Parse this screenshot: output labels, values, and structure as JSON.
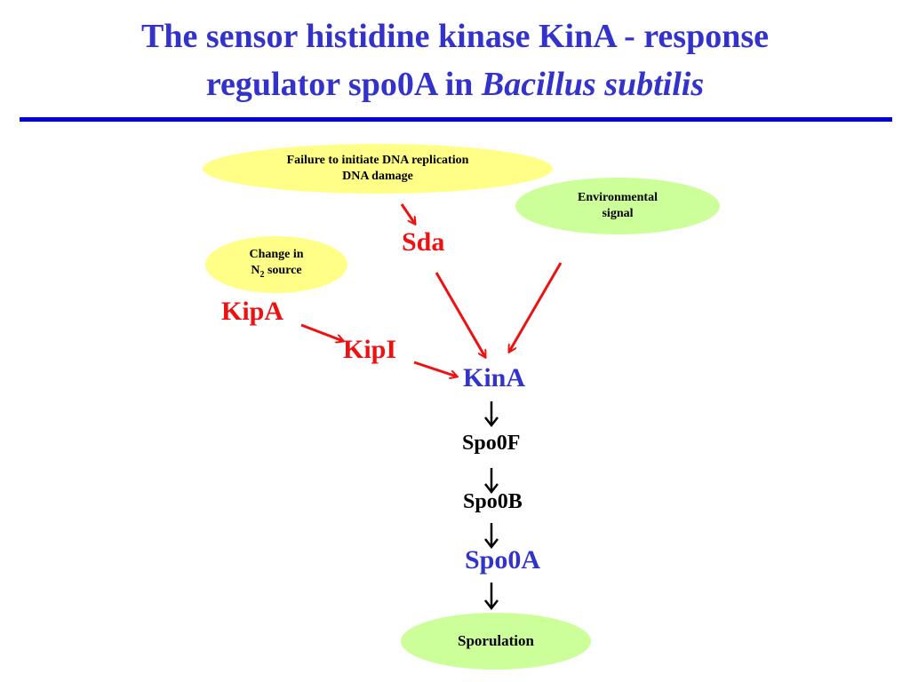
{
  "title": {
    "line1": "The sensor histidine kinase KinA - response",
    "line2_prefix": "regulator spo0A in ",
    "line2_italic": "Bacillus subtilis"
  },
  "signals": {
    "dna_line1": "Failure to initiate DNA replication",
    "dna_line2": "DNA damage",
    "environmental_line1": "Environmental",
    "environmental_line2": "signal",
    "nitrogen_line1": "Change in",
    "nitrogen_n": "N",
    "nitrogen_sub": "2",
    "nitrogen_suffix": " source"
  },
  "nodes": {
    "sda": "Sda",
    "kipa": "KipA",
    "kipi": "KipI",
    "kina": "KinA",
    "spo0f": "Spo0F",
    "spo0b": "Spo0B",
    "spo0a": "Spo0A",
    "sporulation": "Sporulation"
  },
  "colors": {
    "title_blue": "#3333cc",
    "rule_blue": "#0000dd",
    "regulator_red": "#ee1111",
    "ellipse_yellow": "#ffff88",
    "ellipse_green": "#ccff99"
  }
}
